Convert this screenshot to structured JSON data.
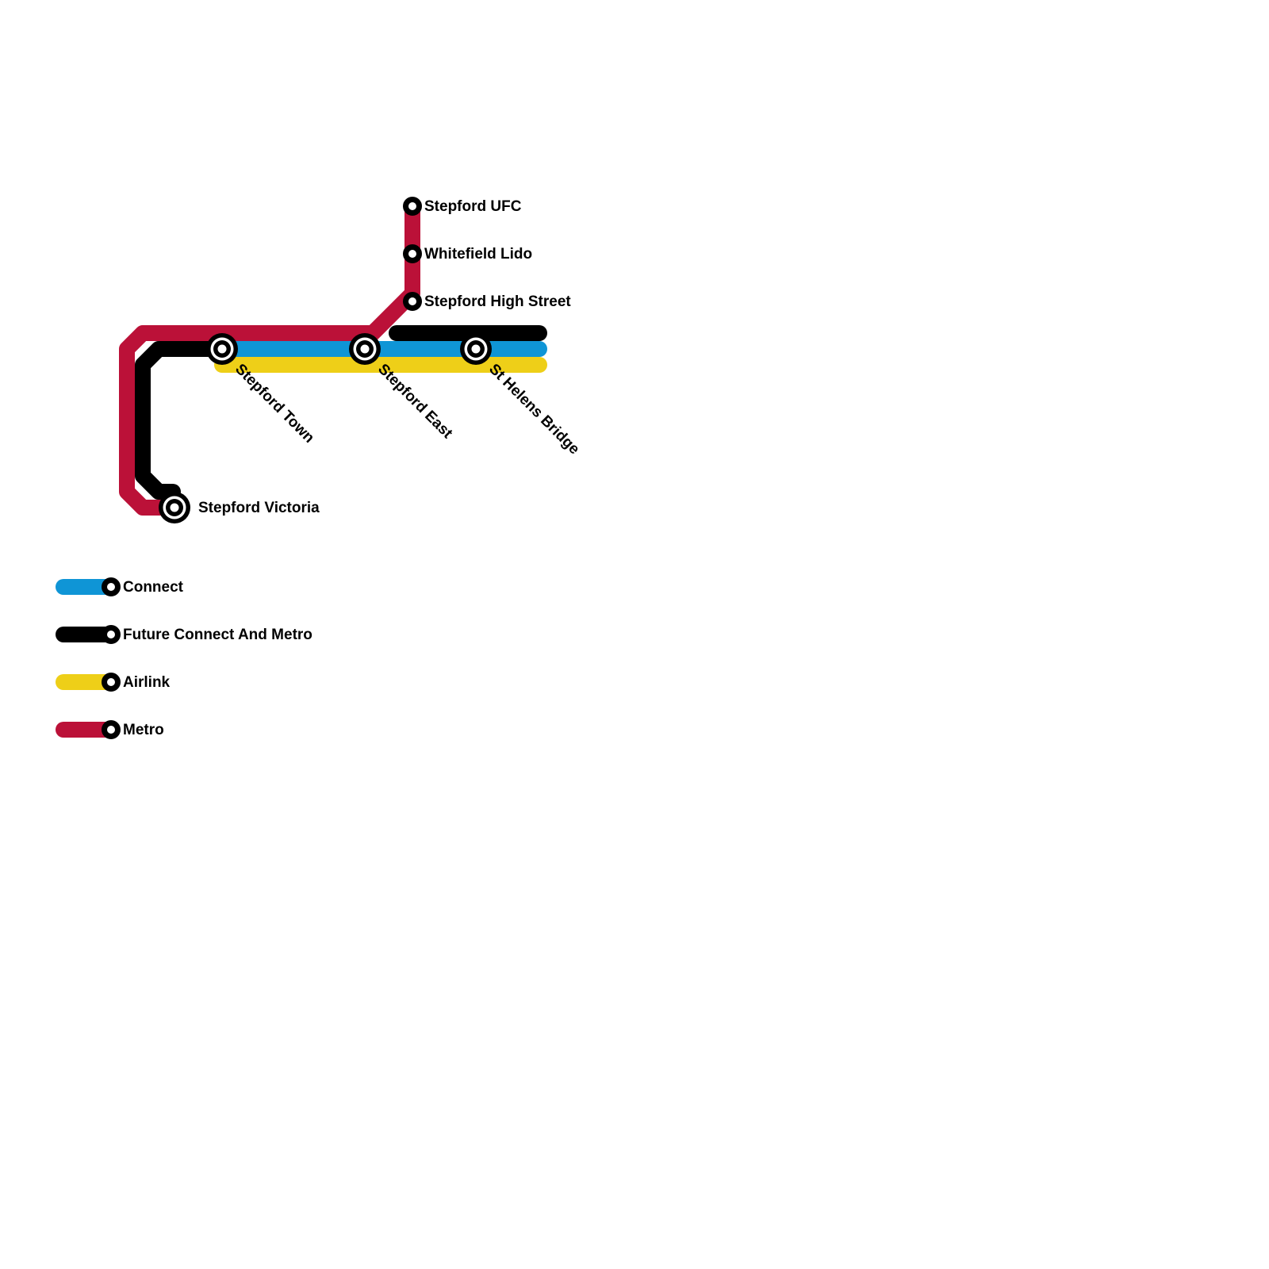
{
  "lines": [
    {
      "name": "Connect",
      "color": "#0f95d6"
    },
    {
      "name": "Future Connect And Metro",
      "color": "#000000"
    },
    {
      "name": "Airlink",
      "color": "#eecf18"
    },
    {
      "name": "Metro",
      "color": "#bb1138"
    }
  ],
  "stations": {
    "stepford_ufc": "Stepford UFC",
    "whitefield_lido": "Whitefield Lido",
    "stepford_high_street": "Stepford High Street",
    "stepford_town": "Stepford Town",
    "stepford_east": "Stepford East",
    "st_helens_bridge": "St Helens Bridge",
    "stepford_victoria": "Stepford Victoria"
  },
  "station_types": {
    "interchange": [
      "Stepford Town",
      "Stepford East",
      "St Helens Bridge",
      "Stepford Victoria"
    ],
    "regular": [
      "Stepford UFC",
      "Whitefield Lido",
      "Stepford High Street"
    ]
  }
}
